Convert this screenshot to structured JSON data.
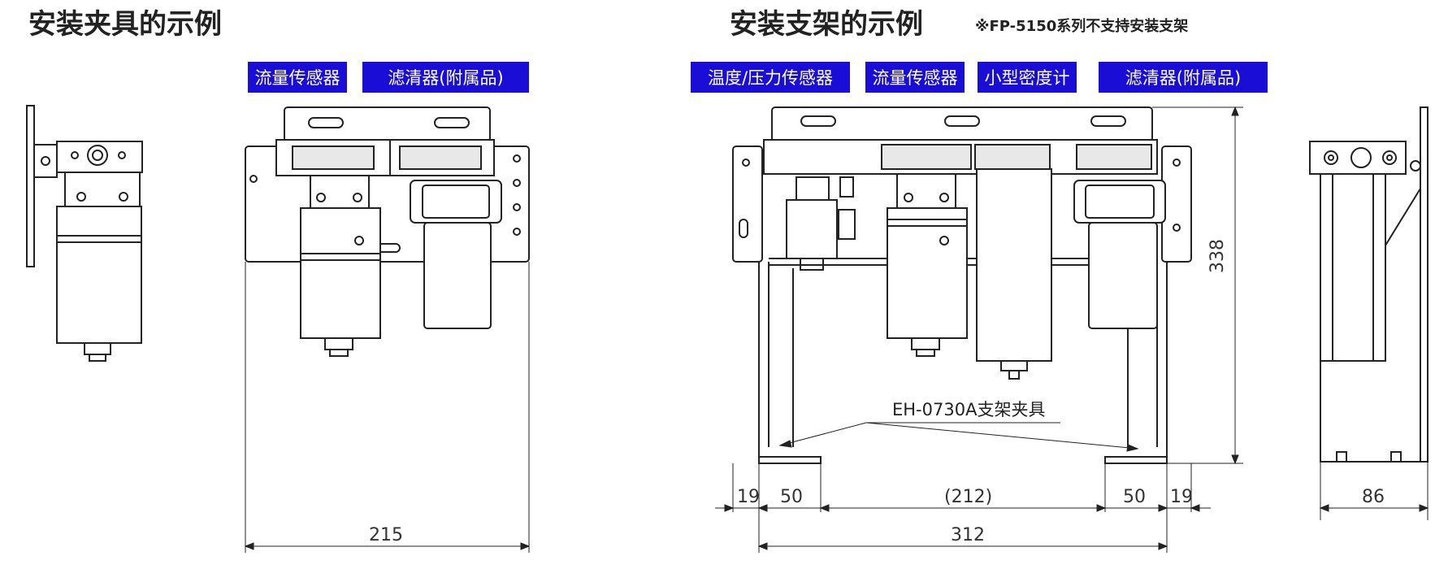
{
  "titles": {
    "left": "安装夹具的示例",
    "right": "安装支架的示例",
    "note": "※FP-5150系列不支持安装支架"
  },
  "labels": {
    "left_flow": "流量传感器",
    "left_filter": "滤清器(附属品)",
    "right_temp_pressure": "温度/压力传感器",
    "right_flow": "流量传感器",
    "right_density": "小型密度计",
    "right_filter": "滤清器(附属品)"
  },
  "callout": "EH-0730A支架夹具",
  "dimensions": {
    "left_width": "215",
    "total_width": "312",
    "seg_19_left": "19",
    "seg_50_left": "50",
    "seg_212": "(212)",
    "seg_50_right": "50",
    "seg_19_right": "19",
    "height": "338",
    "side_depth": "86"
  },
  "colors": {
    "label_bg": "#1a0dd6",
    "line": "#222222"
  }
}
